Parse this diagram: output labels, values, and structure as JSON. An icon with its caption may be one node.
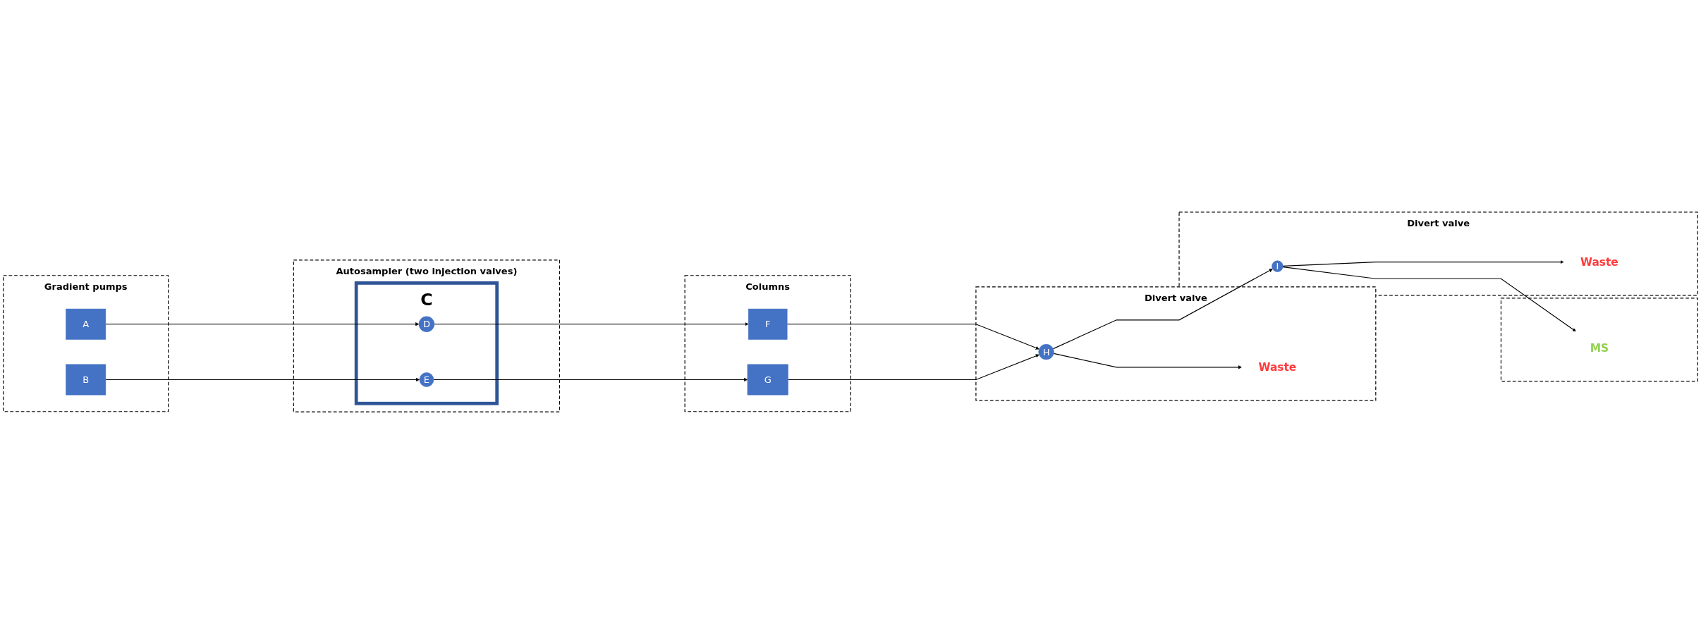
{
  "diagram": {
    "nodes": [
      {
        "text": [
          "Gradient pumps"
        ]
      },
      {
        "text": [
          "A"
        ],
        "in": 0
      },
      {
        "text": [
          "B"
        ],
        "in": 0
      },
      {
        "text": [
          "Autosampler (two injection valves)"
        ]
      },
      {
        "text": [
          "C"
        ],
        "in": 3
      },
      {
        "text": [
          "D"
        ],
        "in": 4
      },
      {
        "text": [
          "E"
        ],
        "in": 4
      },
      {
        "text": [
          "Columns"
        ]
      },
      {
        "text": [
          "F"
        ],
        "in": 7
      },
      {
        "text": [
          "G"
        ],
        "in": 7
      },
      {
        "text": [
          "Divert valve"
        ]
      },
      {
        "text": [
          "H"
        ],
        "in": 10
      },
      {
        "text": [
          "Waste"
        ],
        "in": 10
      },
      {
        "text": [
          "Divert valve"
        ]
      },
      {
        "text": [
          "I"
        ],
        "in": 13
      },
      {
        "text": [
          "Waste"
        ],
        "in": 13
      },
      {
        "text": [],
        "shape": "box"
      },
      {
        "text": [
          "MS"
        ],
        "in": 16
      }
    ],
    "edges": [
      {
        "from": 1,
        "to": 5,
        "arrow": "to"
      },
      {
        "from": 2,
        "to": 6,
        "arrow": "to"
      },
      {
        "from": 5,
        "to": 8,
        "arrow": "to"
      },
      {
        "from": 6,
        "to": 9,
        "arrow": "to"
      },
      {
        "from": 8,
        "to": 11,
        "arrow": "to"
      },
      {
        "from": 9,
        "to": 11,
        "arrow": "to"
      },
      {
        "from": 11,
        "to": 14,
        "arrow": "to"
      },
      {
        "from": 11,
        "to": 12,
        "arrow": "to"
      },
      {
        "from": 14,
        "to": 17,
        "arrow": "to"
      },
      {
        "from": 14,
        "to": 15,
        "arrow": "to"
      }
    ]
  }
}
